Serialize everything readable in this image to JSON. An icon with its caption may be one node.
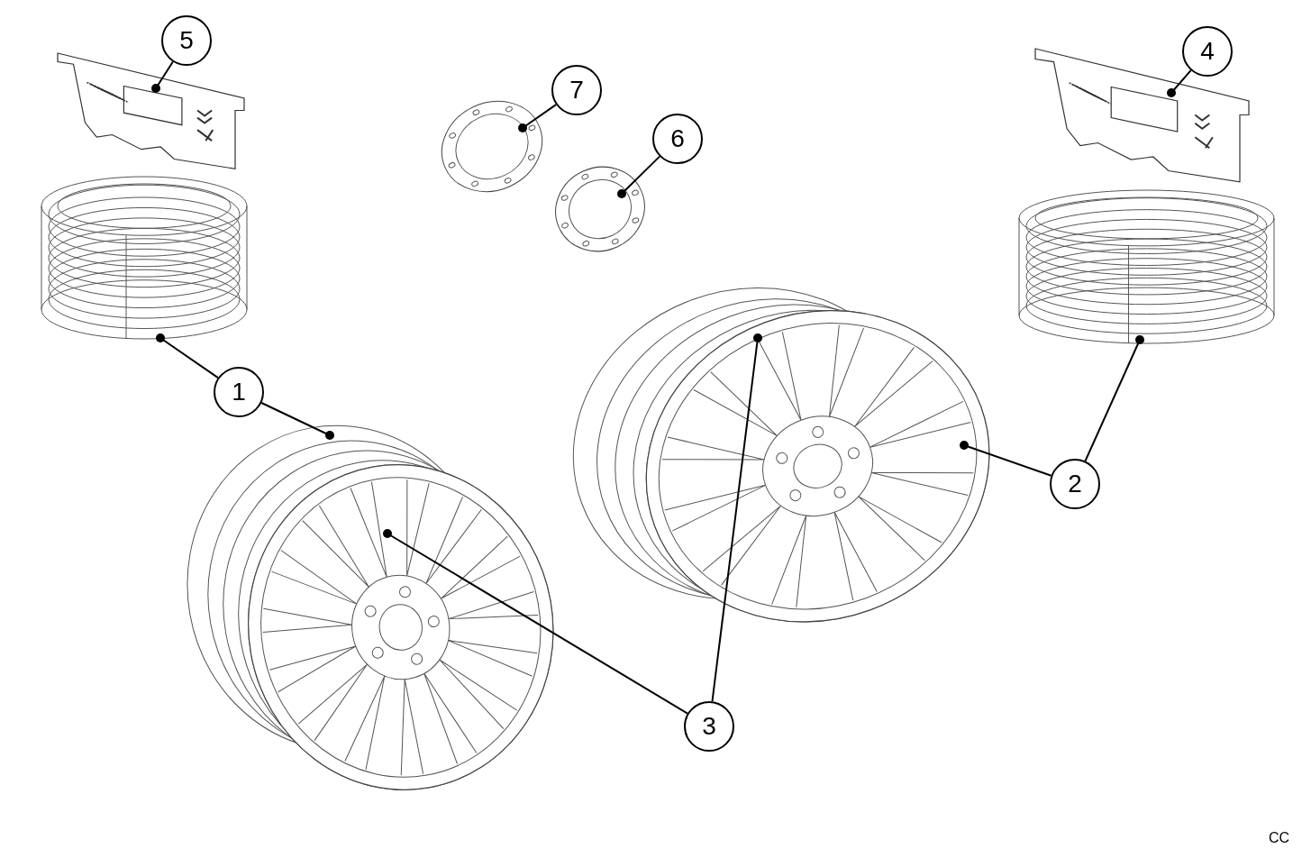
{
  "diagram": {
    "nodes": [
      {
        "text": [],
        "shape": "picture"
      },
      {
        "text": [],
        "shape": "picture"
      },
      {
        "text": [],
        "shape": "picture"
      },
      {
        "text": [],
        "shape": "picture"
      },
      {
        "text": [],
        "shape": "picture"
      },
      {
        "text": [],
        "shape": "picture"
      },
      {
        "text": [],
        "shape": "picture"
      },
      {
        "text": [],
        "shape": "picture"
      },
      {
        "text": [
          "5"
        ]
      },
      {
        "text": [
          "7"
        ]
      },
      {
        "text": [
          "4"
        ]
      },
      {
        "text": [
          "6"
        ]
      },
      {
        "text": [
          "1"
        ]
      },
      {
        "text": [
          "2"
        ]
      },
      {
        "text": [
          "3"
        ]
      }
    ],
    "edges": [
      {
        "from": 8,
        "to": 1,
        "arrow": "other"
      },
      {
        "from": 9,
        "to": 4,
        "arrow": "other"
      },
      {
        "from": 10,
        "to": 7,
        "arrow": "other"
      },
      {
        "from": 11,
        "to": 5,
        "arrow": "other"
      },
      {
        "from": 12,
        "to": 0,
        "arrow": "other"
      },
      {
        "from": 12,
        "to": 2,
        "arrow": "other"
      },
      {
        "from": 13,
        "to": 6,
        "arrow": "other"
      },
      {
        "from": 13,
        "to": 3,
        "arrow": "other"
      },
      {
        "from": 14,
        "to": 2,
        "arrow": "other"
      },
      {
        "from": 14,
        "to": 3,
        "arrow": "other"
      }
    ],
    "labels": [
      "CC"
    ]
  }
}
